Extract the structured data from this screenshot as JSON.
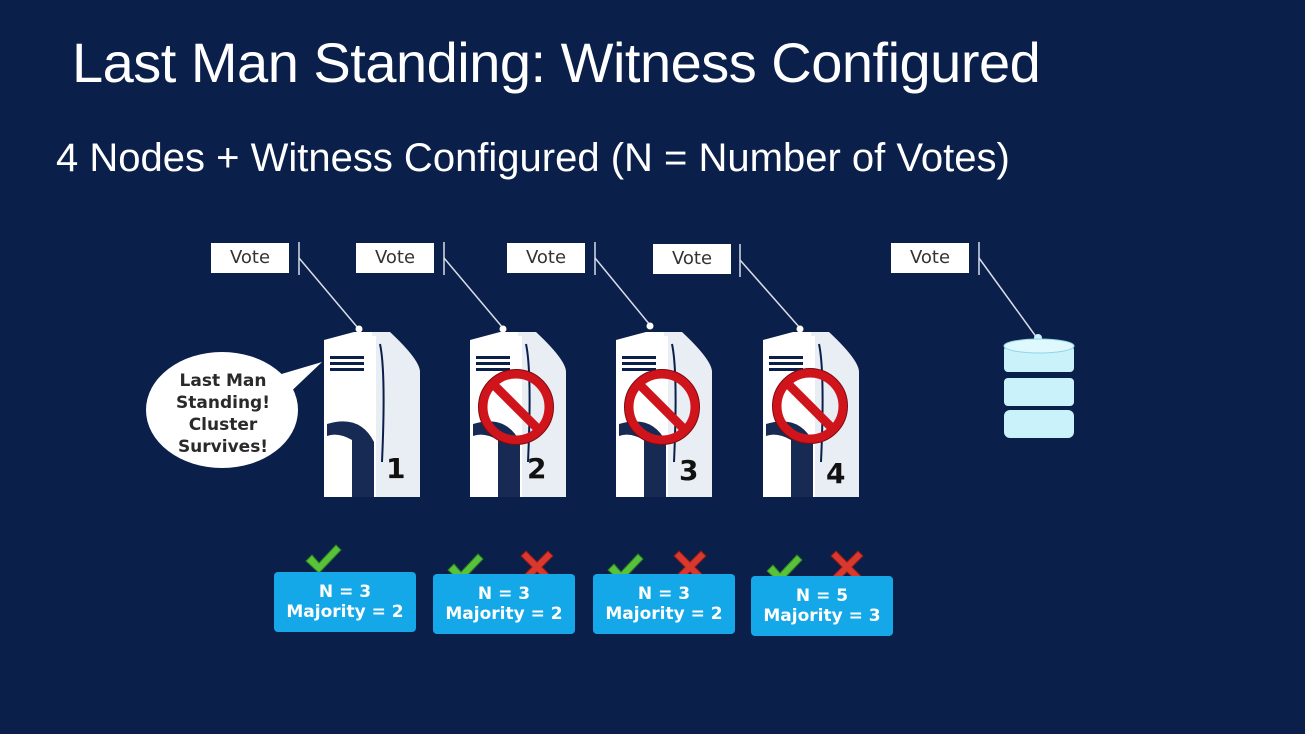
{
  "title": "Last Man Standing: Witness Configured",
  "subtitle": "4 Nodes + Witness Configured (N = Number of Votes)",
  "vote_label": "Vote",
  "callout": [
    "Last Man",
    "Standing!",
    "Cluster",
    "Survives!"
  ],
  "nodes": [
    {
      "number": "1",
      "status": "up"
    },
    {
      "number": "2",
      "status": "down"
    },
    {
      "number": "3",
      "status": "down"
    },
    {
      "number": "4",
      "status": "down"
    }
  ],
  "witness": {
    "icon": "database-icon"
  },
  "status_boxes": [
    {
      "n": "N = 3",
      "majority": "Majority = 2",
      "marks": [
        "check-icon"
      ]
    },
    {
      "n": "N = 3",
      "majority": "Majority = 2",
      "marks": [
        "check-icon",
        "cross-icon"
      ]
    },
    {
      "n": "N = 3",
      "majority": "Majority = 2",
      "marks": [
        "check-icon",
        "cross-icon"
      ]
    },
    {
      "n": "N = 5",
      "majority": "Majority = 3",
      "marks": [
        "check-icon",
        "cross-icon"
      ]
    }
  ],
  "colors": {
    "background": "#0b1f4b",
    "status_box": "#14a8e8",
    "prohibit": "#d0141b",
    "check": "#58c23a",
    "cross": "#d8382d",
    "witness": "#c9f2fb"
  }
}
